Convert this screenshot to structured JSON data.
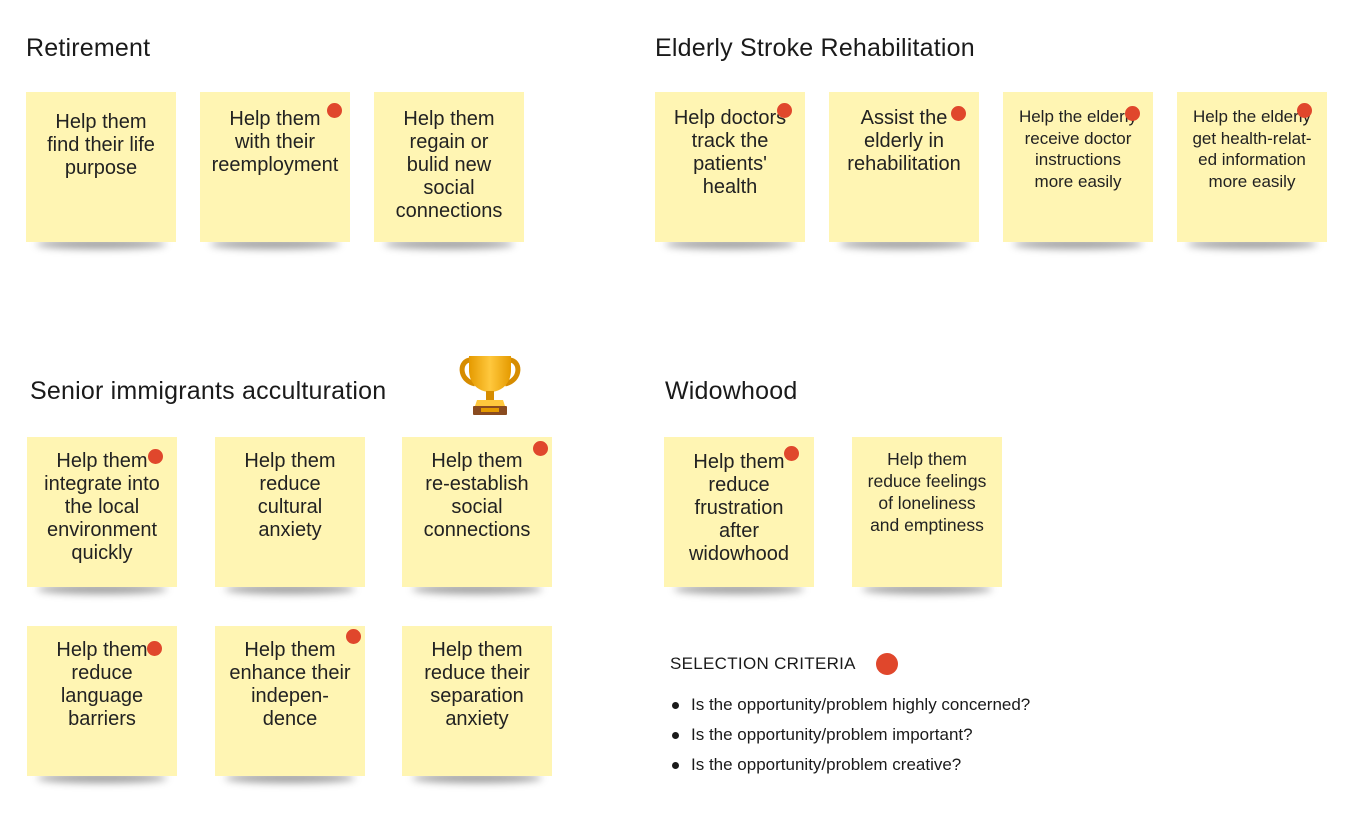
{
  "sections": [
    {
      "title": "Retirement"
    },
    {
      "title": "Elderly Stroke Rehabilitation"
    },
    {
      "title": "Senior immigrants acculturation"
    },
    {
      "title": "Widowhood"
    }
  ],
  "notes": {
    "retirement": [
      {
        "text": "Help them\nfind their life\npurpose",
        "selected": false
      },
      {
        "text": "Help them\nwith their\nreemployment",
        "selected": true
      },
      {
        "text": "Help them\nregain or\nbulid new\nsocial\nconnections",
        "selected": false
      }
    ],
    "stroke": [
      {
        "text": "Help doctors\ntrack the\npatients'\nhealth",
        "selected": true
      },
      {
        "text": "Assist the\nelderly in\nrehabilitation",
        "selected": true
      },
      {
        "text": "Help the elderly\nreceive doctor\ninstructions\nmore easily",
        "selected": true
      },
      {
        "text": "Help the elderly\nget health-relat-\ned information\nmore easily",
        "selected": true
      }
    ],
    "immigrants": [
      {
        "text": "Help them\nintegrate into\nthe local\nenvironment\nquickly",
        "selected": true
      },
      {
        "text": "Help them\nreduce\ncultural\nanxiety",
        "selected": false
      },
      {
        "text": "Help them\nre-establish\nsocial\nconnections",
        "selected": true
      },
      {
        "text": "Help them\nreduce\nlanguage\nbarriers",
        "selected": true
      },
      {
        "text": "Help them\nenhance their\nindepen-\ndence",
        "selected": true
      },
      {
        "text": "Help them\nreduce their\nseparation\nanxiety",
        "selected": false
      }
    ],
    "widowhood": [
      {
        "text": "Help them\nreduce\nfrustration\nafter\nwidowhood",
        "selected": true
      },
      {
        "text": "Help them\nreduce feelings\nof loneliness\nand emptiness",
        "selected": false
      }
    ]
  },
  "winner_icon": "trophy-icon",
  "criteria": {
    "title": "SELECTION CRITERIA",
    "marker_color": "#e0472c",
    "items": [
      "Is the opportunity/problem highly concerned?",
      "Is the opportunity/problem important?",
      "Is the opportunity/problem creative?"
    ]
  },
  "colors": {
    "note": "#fff5b3",
    "dot": "#e0472c"
  }
}
